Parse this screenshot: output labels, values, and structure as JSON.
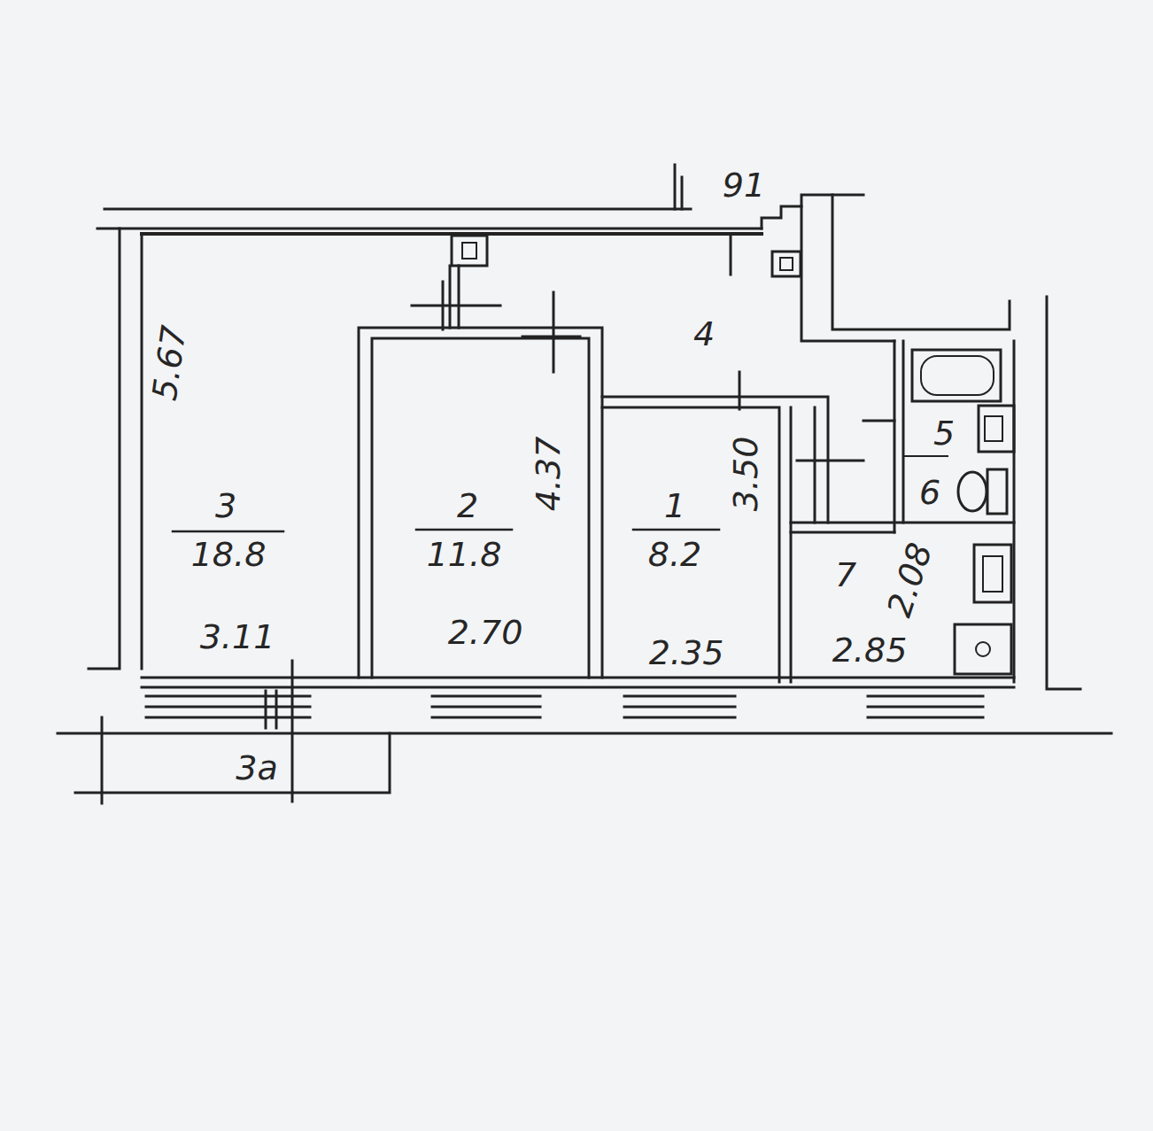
{
  "diagram": {
    "nodes": [
      {
        "text": [
          "3",
          "18.8",
          "5.67",
          "3.11"
        ]
      },
      {
        "text": [
          "2",
          "11.8",
          "4.37",
          "2.70"
        ]
      },
      {
        "text": [
          "4"
        ]
      },
      {
        "text": [
          "1",
          "8.2",
          "3.50",
          "2.35"
        ]
      },
      {
        "text": [
          "5"
        ]
      },
      {
        "text": [
          "6"
        ]
      },
      {
        "text": [
          "7",
          "2.08",
          "2.85"
        ]
      },
      {
        "text": [
          "3а"
        ]
      }
    ],
    "labels": [
      "91"
    ]
  }
}
